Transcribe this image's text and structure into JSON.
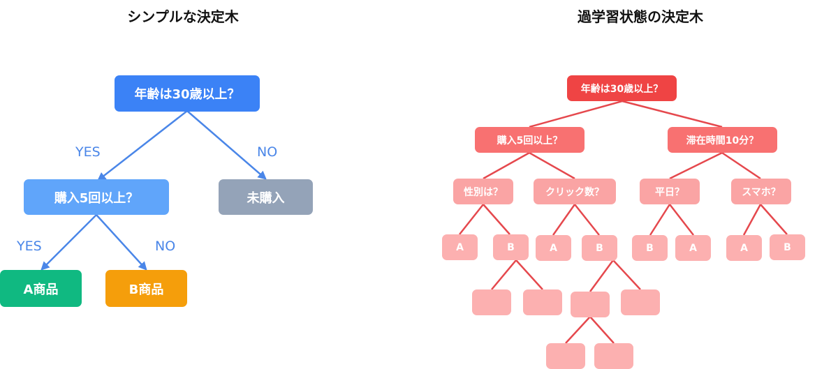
{
  "simple_tree": {
    "title": "シンプルな決定木",
    "colors": {
      "root": "#3b82f6",
      "question": "#60a5fa",
      "no_purchase": "#94a3b8",
      "product_a": "#10b981",
      "product_b": "#f59e0b",
      "edge": "#4a86e8",
      "edge_label": "#4a86e8"
    },
    "root": "年齢は30歳以上？",
    "q2": "購入5回以上？",
    "leaf_no": "未購入",
    "leaf_a": "A商品",
    "leaf_b": "B商品",
    "edge_labels": {
      "root_yes": "YES",
      "root_no": "NO",
      "q2_yes": "YES",
      "q2_no": "NO"
    }
  },
  "overfit_tree": {
    "title": "過学習状態の決定木",
    "colors": {
      "level0": "#ef4444",
      "level1": "#f87171",
      "level2": "#faa4a4",
      "leaf": "#fcb0b0",
      "edge": "#e5484d"
    },
    "root": "年齢は30歳以上？",
    "level1": [
      "購入5回以上？",
      "滞在時間10分？"
    ],
    "level2": [
      "性別は？",
      "クリック数？",
      "平日？",
      "スマホ？"
    ],
    "level3": [
      "A",
      "B",
      "A",
      "B",
      "B",
      "A",
      "A",
      "B"
    ]
  }
}
